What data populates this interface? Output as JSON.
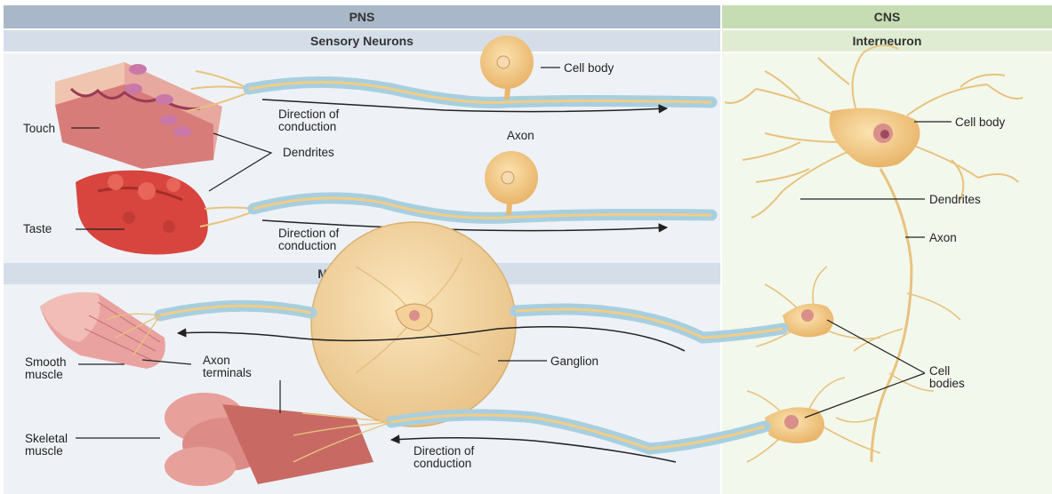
{
  "headers": {
    "pns": "PNS",
    "cns": "CNS",
    "sensory": "Sensory Neurons",
    "interneuron": "Interneuron",
    "motor": "Motor Neurons"
  },
  "labels": {
    "touch": "Touch",
    "taste": "Taste",
    "dendrites_pns": "Dendrites",
    "direction_1a": "Direction of",
    "direction_1b": "conduction",
    "direction_2a": "Direction of",
    "direction_2b": "conduction",
    "direction_3a": "Direction of",
    "direction_3b": "conduction",
    "axon_pns": "Axon",
    "cell_body_pns": "Cell body",
    "cell_body_cns": "Cell body",
    "dendrites_cns": "Dendrites",
    "axon_cns": "Axon",
    "smooth_a": "Smooth",
    "smooth_b": "muscle",
    "axon_terminals_a": "Axon",
    "axon_terminals_b": "terminals",
    "ganglion": "Ganglion",
    "cell_bodies_a": "Cell",
    "cell_bodies_b": "bodies",
    "skeletal_a": "Skeletal",
    "skeletal_b": "muscle"
  },
  "colors": {
    "pns_header": "#a9b8c8",
    "cns_header": "#c6dcb2",
    "sub_header_pns": "#d5dee8",
    "sub_header_cns": "#e0ecd2",
    "pns_bg": "#eef2f7",
    "cns_bg": "#f3f8ec",
    "neuron": "#f2cc86",
    "myelin": "#a7cfe0"
  }
}
